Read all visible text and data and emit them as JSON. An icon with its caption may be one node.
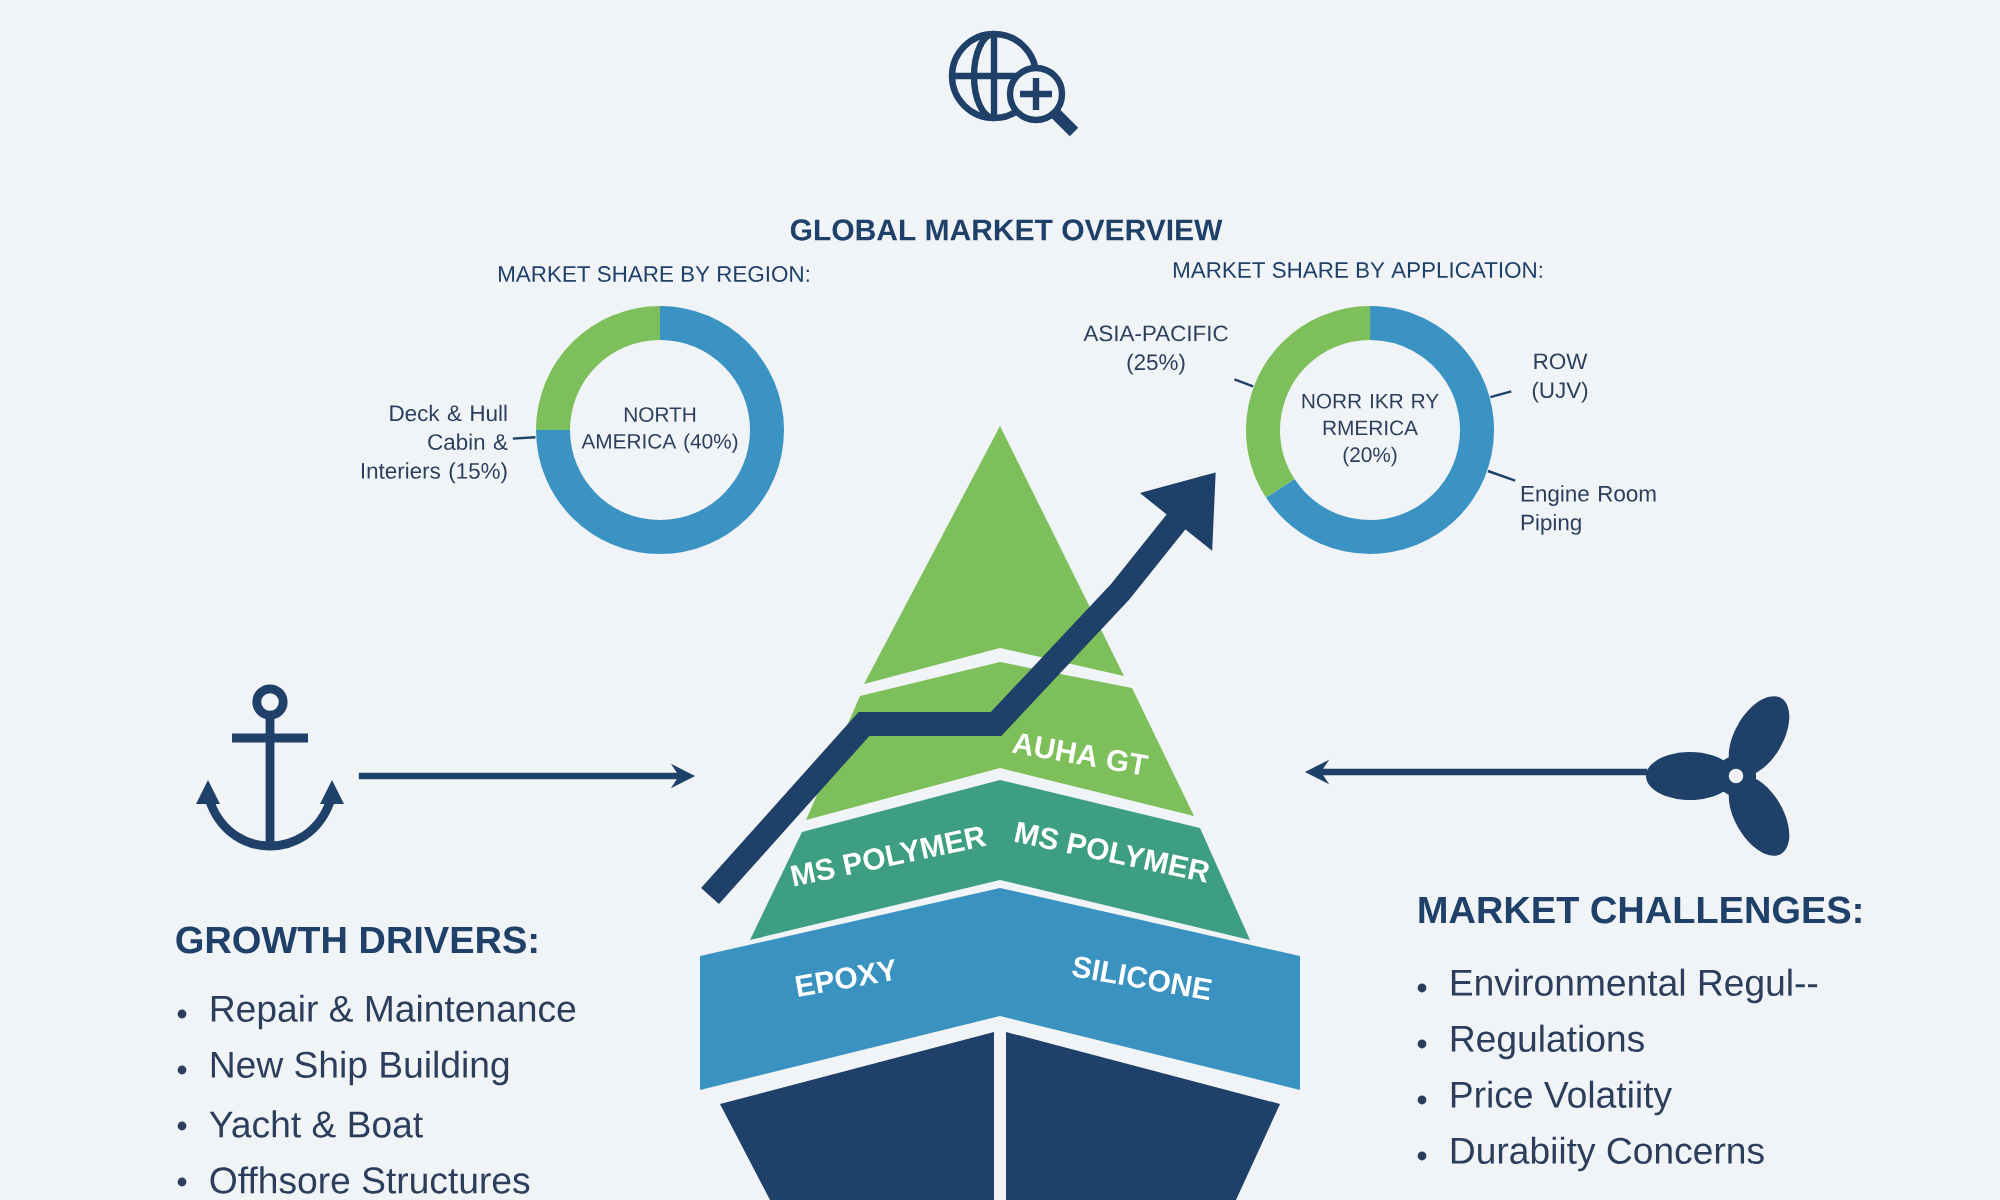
{
  "diagram": {
    "title": "GLOBAL MARKET OVERVIEW",
    "nodes": [
      {
        "text": [
          "NORTH AMERICA (40%)"
        ]
      },
      {
        "text": [
          "Deck & Hull Cabin & Interiers (15%)"
        ]
      },
      {
        "text": [
          "NORR IKR RY RMERICA (20%)"
        ]
      },
      {
        "text": [
          "ASIA-PACIFIC (25%)"
        ]
      },
      {
        "text": [
          "ROW (UJV)"
        ]
      },
      {
        "text": [
          "Engine Room Piping"
        ]
      },
      {
        "text": [],
        "shape": "picture"
      },
      {
        "text": [],
        "shape": "picture"
      },
      {
        "text": [],
        "shape": "picture"
      }
    ],
    "edges": [
      {
        "from": 1,
        "to": 0,
        "arrow": "none"
      },
      {
        "from": 3,
        "to": 2,
        "arrow": "none"
      },
      {
        "from": 4,
        "to": 2,
        "arrow": "none"
      },
      {
        "from": 5,
        "to": 2,
        "arrow": "none"
      },
      {
        "from": 6,
        "to": 7,
        "arrow": "to",
        "style": "thick"
      },
      {
        "from": 8,
        "to": 7,
        "arrow": "to",
        "style": "thick"
      }
    ],
    "labels": [
      "MARKET SHARE BY REGION:",
      "MARKET SHARE BY APPLICATION:",
      "AUHA GT",
      "MS POLYMER",
      "MS POLYMER",
      "EPOXY",
      "SILICONE",
      "GROWTH DRIVERS:",
      "Repair & Maintenance",
      "New Ship Building",
      "Yacht & Boat",
      "Offhsore Structures",
      "MARKET CHALLENGES:",
      "Environmental Regul--",
      "Regulations",
      "Price Volatiity",
      "Durabiity Concerns"
    ]
  }
}
